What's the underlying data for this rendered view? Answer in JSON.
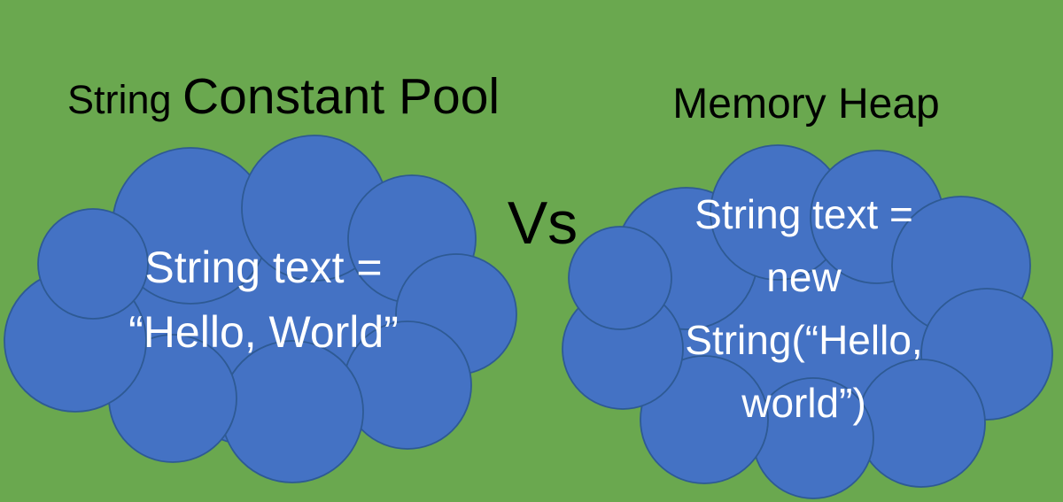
{
  "colors": {
    "background": "#6aa84f",
    "cloud_fill": "#4472c4",
    "cloud_stroke": "#2e5a94",
    "cloud_text": "#ffffff",
    "title_text": "#000000"
  },
  "left": {
    "title_small": "String ",
    "title_large": "Constant Pool",
    "cloud_lines": [
      "String text =",
      "“Hello, World”"
    ]
  },
  "versus": "Vs",
  "right": {
    "title": "Memory Heap",
    "cloud_lines": [
      "String text =",
      "new",
      "String(“Hello,",
      "world”)"
    ]
  }
}
